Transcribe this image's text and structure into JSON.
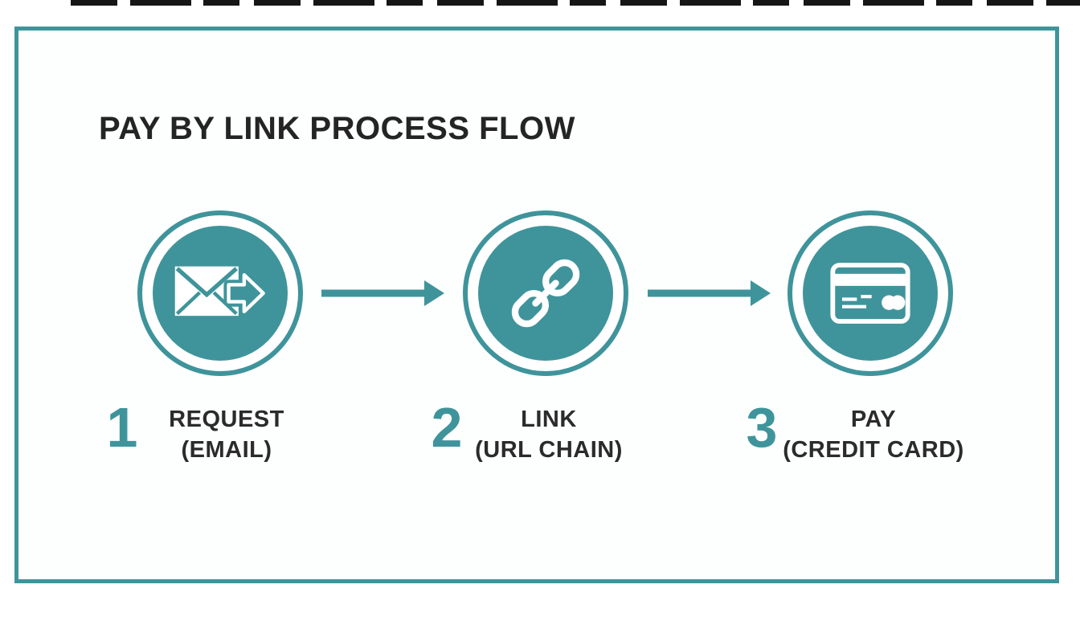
{
  "title": "PAY BY LINK PROCESS FLOW",
  "steps": [
    {
      "number": "1",
      "name": "REQUEST",
      "qualifier": "(EMAIL)",
      "icon": "email-send-icon"
    },
    {
      "number": "2",
      "name": "LINK",
      "qualifier": "(URL CHAIN)",
      "icon": "link-chain-icon"
    },
    {
      "number": "3",
      "name": "PAY",
      "qualifier": "(CREDIT CARD)",
      "icon": "credit-card-icon"
    }
  ],
  "colors": {
    "teal": "#3F949B",
    "text_dark": "#2B2B2B",
    "background": "#FDFEFE"
  }
}
